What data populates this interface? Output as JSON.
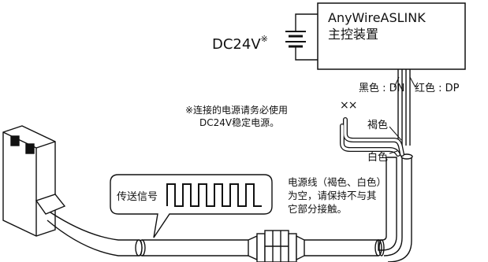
{
  "controller": {
    "title": "AnyWireASLINK",
    "subtitle": "主控装置"
  },
  "power": {
    "label": "DC24V",
    "mark": "※"
  },
  "wires": {
    "black": "黑色 : DN",
    "red": "红色 : DP",
    "brown": "褐色",
    "white": "白色"
  },
  "note": {
    "line1": "※连接的电源请务必使用",
    "line2": "DC24V稳定电源。"
  },
  "cut_mark": "××",
  "signal": {
    "label": "传送信号"
  },
  "callout": {
    "line1": "电源线（褐色、白色）",
    "line2": "为空，请保持不与其",
    "line3": "它部分接触。"
  }
}
